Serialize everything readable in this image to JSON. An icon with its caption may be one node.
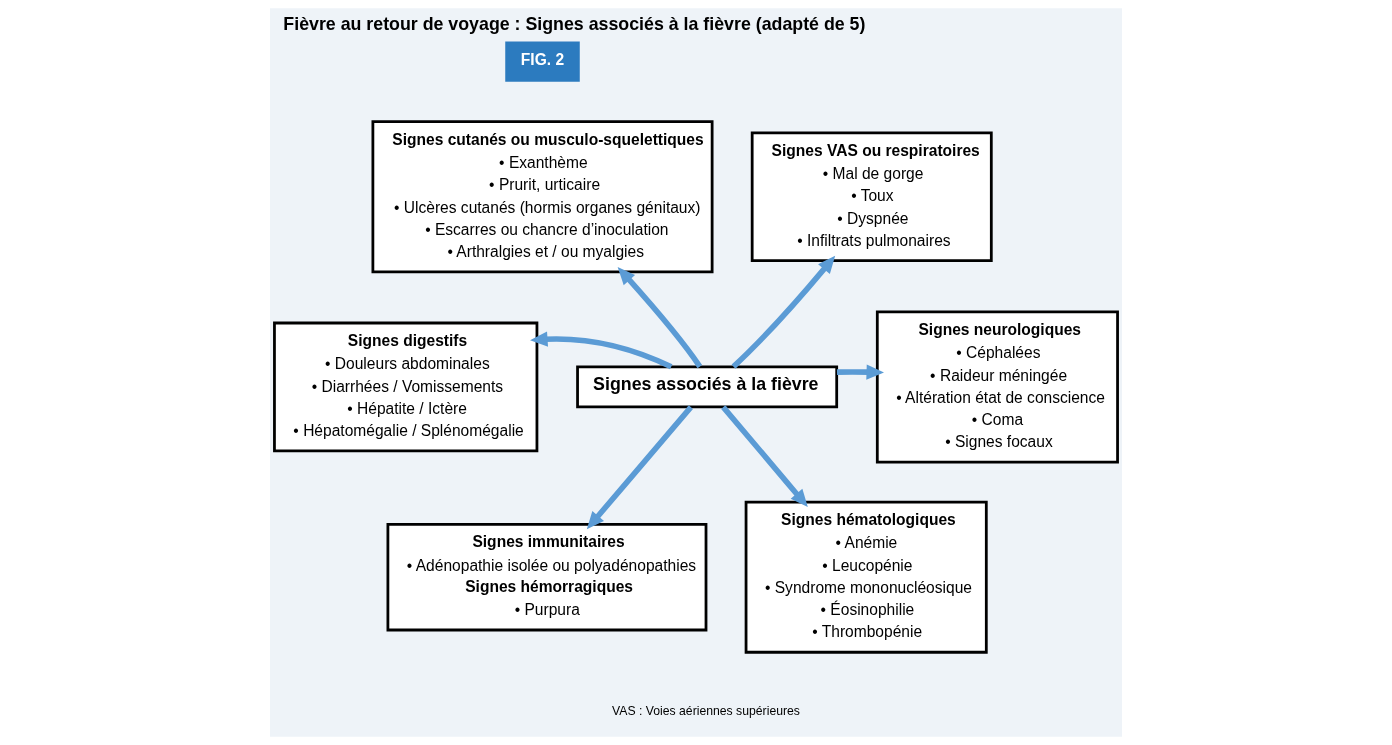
{
  "diagram": {
    "title": "Fièvre au retour de voyage : Signes associés à la fièvre (adapté de 5)",
    "caption": "VAS : Voies aériennes supérieures",
    "labels": [
      "FIG. 2"
    ],
    "nodes": [
      {
        "text": [
          "Signes associés à la fièvre"
        ]
      },
      {
        "text": [
          "Signes cutanés ou musculo-squelettiques",
          "• Exanthème",
          "• Prurit, urticaire",
          "• Ulcères cutanés (hormis organes génitaux)",
          "• Escarres ou chancre d’inoculation",
          "• Arthralgies et / ou myalgies"
        ]
      },
      {
        "text": [
          "Signes VAS ou respiratoires",
          "• Mal de gorge",
          "• Toux",
          "• Dyspnée",
          "• Infiltrats pulmonaires"
        ]
      },
      {
        "text": [
          "Signes digestifs",
          "• Douleurs abdominales",
          "• Diarrhées / Vomissements",
          "• Hépatite / Ictère",
          "• Hépatomégalie / Splénomégalie"
        ]
      },
      {
        "text": [
          "Signes neurologiques",
          "• Céphalées",
          "• Raideur méningée",
          "• Altération état de conscience",
          "• Coma",
          "• Signes focaux"
        ]
      },
      {
        "text": [
          "Signes immunitaires",
          "• Adénopathie isolée ou polyadénopathies",
          "Signes hémorragiques",
          "• Purpura"
        ]
      },
      {
        "text": [
          "Signes hématologiques",
          "• Anémie",
          "• Leucopénie",
          "• Syndrome mononucléosique",
          "• Éosinophilie",
          "• Thrombopénie"
        ]
      }
    ],
    "edges": [
      {
        "from": 0,
        "to": 1,
        "arrow": "to"
      },
      {
        "from": 0,
        "to": 2,
        "arrow": "to"
      },
      {
        "from": 0,
        "to": 3,
        "arrow": "to"
      },
      {
        "from": 0,
        "to": 4,
        "arrow": "to"
      },
      {
        "from": 0,
        "to": 5,
        "arrow": "to"
      },
      {
        "from": 0,
        "to": 6,
        "arrow": "to"
      }
    ]
  }
}
